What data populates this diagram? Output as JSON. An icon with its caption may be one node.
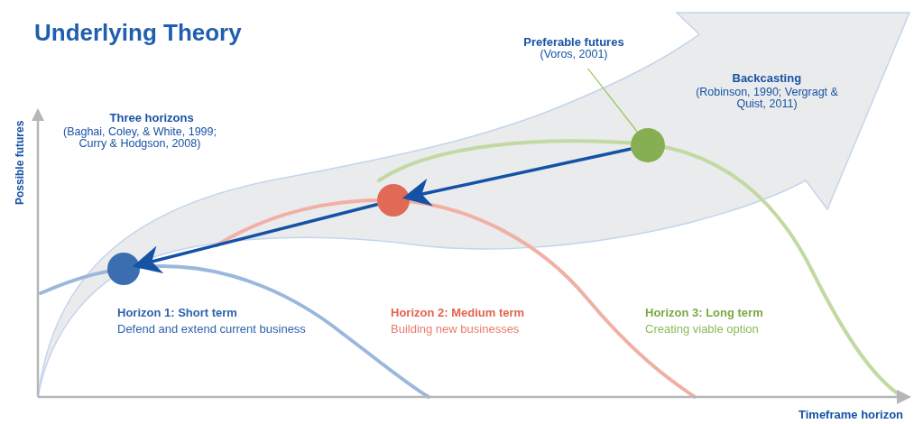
{
  "diagram": {
    "title": "Underlying Theory",
    "nodes": [
      {
        "text": [],
        "shape": "circle"
      },
      {
        "text": [],
        "shape": "circle"
      },
      {
        "text": [],
        "shape": "circle"
      },
      {
        "text": [
          "Preferable futures",
          "(Voros, 2001)"
        ]
      }
    ],
    "edges": [
      {
        "from": 2,
        "to": 1,
        "arrow": "to"
      },
      {
        "from": 1,
        "to": 0,
        "arrow": "to"
      },
      {
        "from": 3,
        "to": 2,
        "arrow": "none",
        "color": "#8bc34a"
      }
    ],
    "labels": [
      "Three horizons",
      "(Baghai, Coley, & White, 1999; Curry & Hodgson, 2008)",
      "Backcasting",
      "(Robinson, 1990; Vergragt & Quist, 2011)",
      "Possible futures",
      "Horizon 1: Short term",
      "Defend and extend current business",
      "Horizon 2: Medium term",
      "Building new businesses",
      "Horizon 3: Long term",
      "Creating viable option",
      "Timeframe horizon"
    ]
  }
}
